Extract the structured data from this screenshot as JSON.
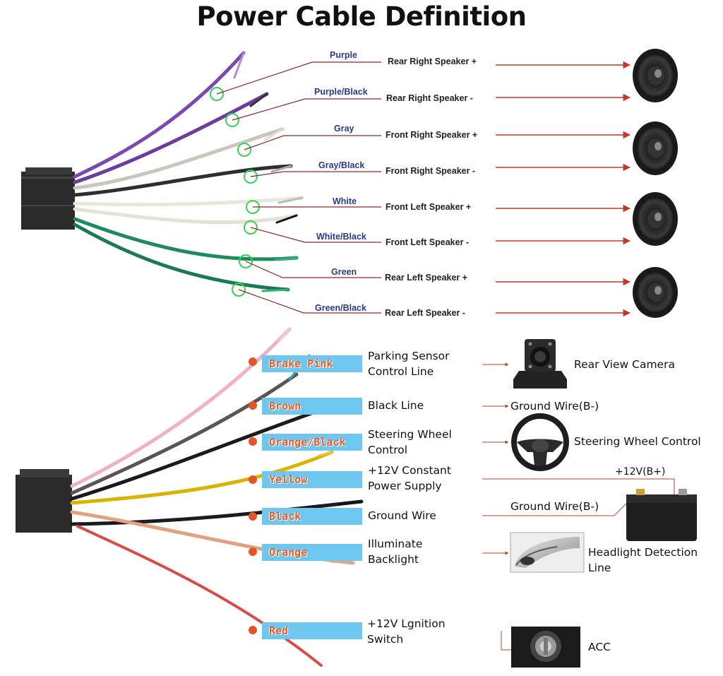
{
  "title": "Power Cable Definition",
  "colors": {
    "purple": "#7b4ab0",
    "gray": "#c9c7bd",
    "white": "#f4efe6",
    "green": "#1f8a5e",
    "pink": "#efb0c8",
    "brown": "#5a5550",
    "black": "#1b1b1b",
    "yellow": "#d8b400",
    "orange": "#e3a27f",
    "red": "#d64c48",
    "tag_bg": "#6ec7ef",
    "tag_text": "#e05b2a",
    "wire_label": "#2a3a8c",
    "arrow": "#c0392b"
  },
  "speaker_wires": [
    {
      "color": "Purple",
      "function": "Rear Right Speaker +"
    },
    {
      "color": "Purple/Black",
      "function": "Rear Right Speaker -"
    },
    {
      "color": "Gray",
      "function": "Front Right Speaker +"
    },
    {
      "color": "Gray/Black",
      "function": "Front Right Speaker -"
    },
    {
      "color": "White",
      "function": "Front Left Speaker +"
    },
    {
      "color": "White/Black",
      "function": "Front Left Speaker -"
    },
    {
      "color": "Green",
      "function": "Rear Left Speaker +"
    },
    {
      "color": "Green/Black",
      "function": "Rear Left Speaker -"
    }
  ],
  "power_wires": [
    {
      "tag": "Brake Pink",
      "function": [
        "Parking Sensor",
        "Control Line"
      ]
    },
    {
      "tag": "Brown",
      "function": [
        "Black Line"
      ]
    },
    {
      "tag": "Orange/Black",
      "function": [
        "Steering Wheel",
        "Control"
      ]
    },
    {
      "tag": "Yellow",
      "function": [
        "+12V Constant",
        "Power Supply"
      ]
    },
    {
      "tag": "Black",
      "function": [
        "Ground Wire"
      ]
    },
    {
      "tag": "Orange",
      "function": [
        "Illuminate",
        "Backlight"
      ]
    },
    {
      "tag": "Red",
      "function": [
        "+12V Lgnition",
        "Switch"
      ]
    }
  ],
  "devices": {
    "rear_camera": "Rear View Camera",
    "ground_wire_1": "Ground Wire(B-)",
    "steering_control": "Steering Wheel Control",
    "battery_plus": "+12V(B+)",
    "ground_wire_2": "Ground Wire(B-)",
    "headlight_1": "Headlight Detection",
    "headlight_2": "Line",
    "acc": "ACC"
  },
  "icons": [
    "speaker-icon",
    "camera-icon",
    "steering-wheel-icon",
    "battery-icon",
    "headlight-icon",
    "ignition-switch-icon",
    "connector-icon"
  ]
}
